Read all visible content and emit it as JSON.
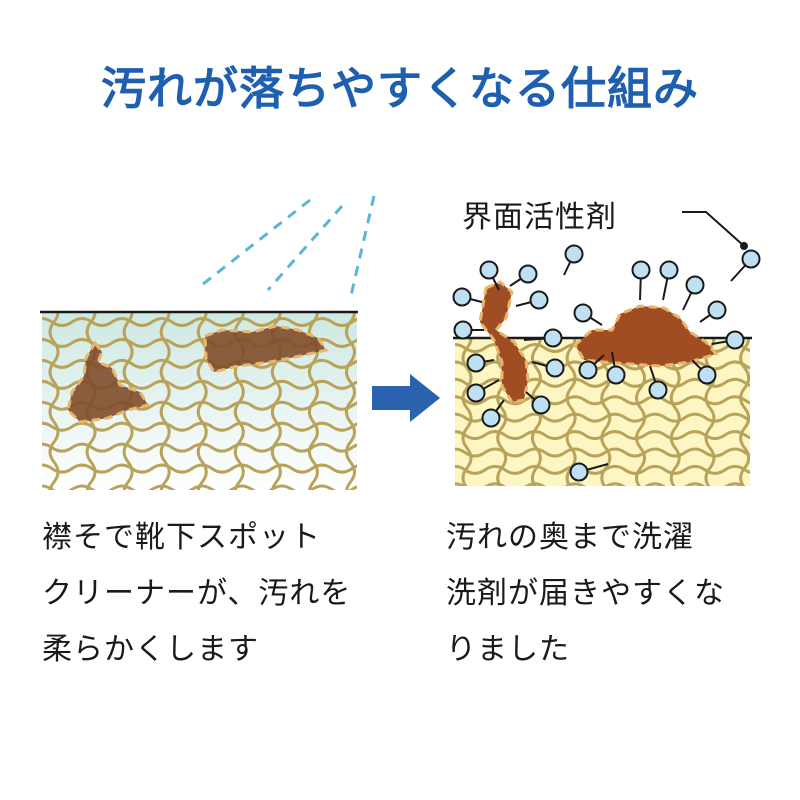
{
  "title": "汚れが落ちやすくなる仕組み",
  "colors": {
    "title": "#1f5fb0",
    "arrow": "#2a62b0",
    "fiber": "#b9a35a",
    "stain": "#7f4d2a",
    "stain_right": "#a14d24",
    "stain_outline": "#e8b56a",
    "surfactant_head": "#bfe0f2",
    "spray": "#5bb6d6",
    "fabric_left_top": "#cde8e2",
    "fabric_left_bottom": "#ffffff",
    "fabric_right": "#fdf6c3"
  },
  "left_panel": {
    "caption_lines": [
      "襟そで靴下スポット",
      "クリーナーが、汚れを",
      "柔らかくします"
    ]
  },
  "right_panel": {
    "label": "界面活性剤",
    "caption_lines": [
      "汚れの奥まで洗濯",
      "洗剤が届きやすくな",
      "りました"
    ]
  },
  "icons": {
    "arrow": "right-arrow-icon",
    "spray": "spray-mist-icon"
  }
}
